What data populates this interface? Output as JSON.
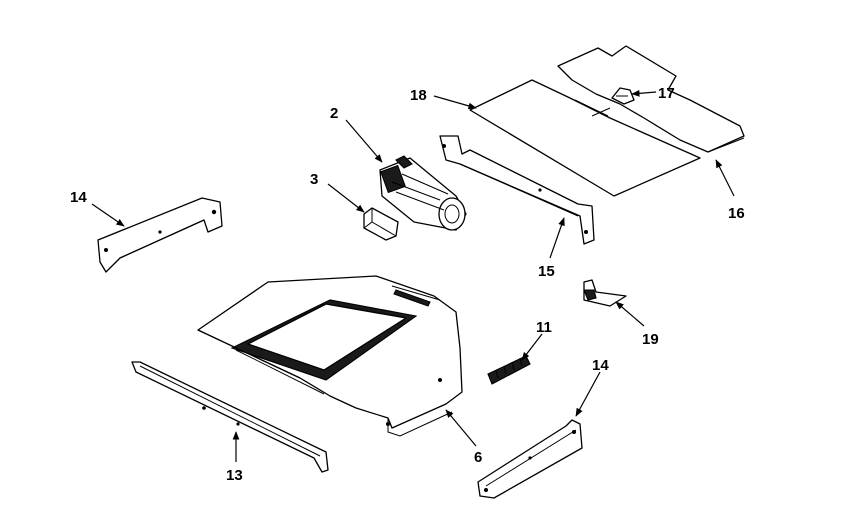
{
  "diagram": {
    "callouts": {
      "c2": "2",
      "c3": "3",
      "c6": "6",
      "c11": "11",
      "c13": "13",
      "c14_left": "14",
      "c14_right": "14",
      "c15": "15",
      "c16": "16",
      "c17": "17",
      "c18": "18",
      "c19": "19"
    }
  }
}
